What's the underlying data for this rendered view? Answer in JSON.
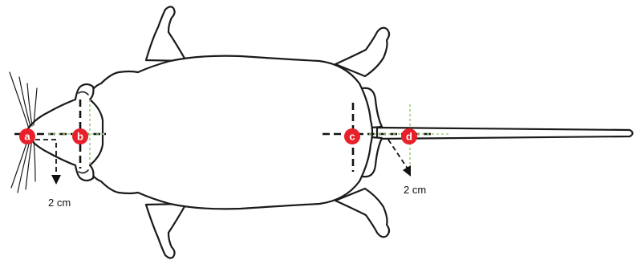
{
  "markers": [
    {
      "id": "a",
      "label": "a"
    },
    {
      "id": "b",
      "label": "b"
    },
    {
      "id": "c",
      "label": "c"
    },
    {
      "id": "d",
      "label": "d"
    }
  ],
  "distance_labels": {
    "head": "2 cm",
    "tail": "2 cm"
  },
  "colors": {
    "marker_fill": "#e8202a",
    "outline": "#1a1a1a",
    "guide_green": "#9acd7a"
  }
}
